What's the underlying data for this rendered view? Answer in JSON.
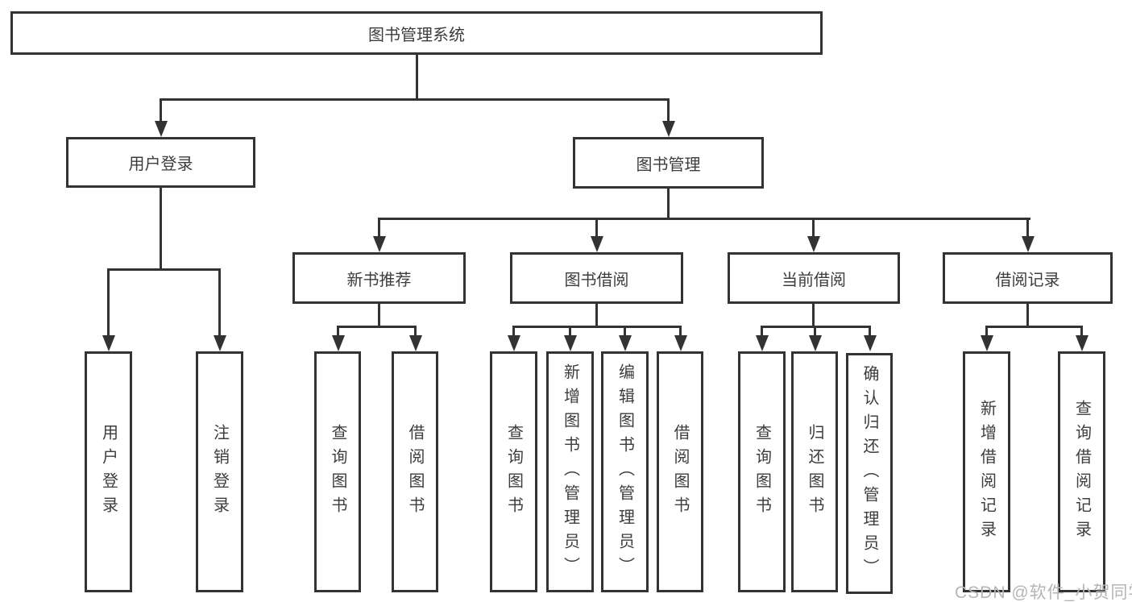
{
  "tree": {
    "root": {
      "label": "图书管理系统"
    },
    "branches": [
      {
        "label": "用户登录",
        "leaves": [
          "用户登录",
          "注销登录"
        ]
      },
      {
        "label": "图书管理",
        "groups": [
          {
            "label": "新书推荐",
            "leaves": [
              "查询图书",
              "借阅图书"
            ]
          },
          {
            "label": "图书借阅",
            "leaves": [
              "查询图书",
              "新增图书（管理员）",
              "编辑图书（管理员）",
              "借阅图书"
            ]
          },
          {
            "label": "当前借阅",
            "leaves": [
              "查询图书",
              "归还图书",
              "确认归还（管理员）"
            ]
          },
          {
            "label": "借阅记录",
            "leaves": [
              "新增借阅记录",
              "查询借阅记录"
            ]
          }
        ]
      }
    ]
  },
  "watermark": {
    "text": "CSDN @软件_小贺同学"
  },
  "colors": {
    "line": "#333333",
    "box_border": "#333333",
    "box_background": "#ffffff",
    "text": "#3d3d3d",
    "page_background": "#ffffff",
    "watermark": "#b5b5b5"
  }
}
